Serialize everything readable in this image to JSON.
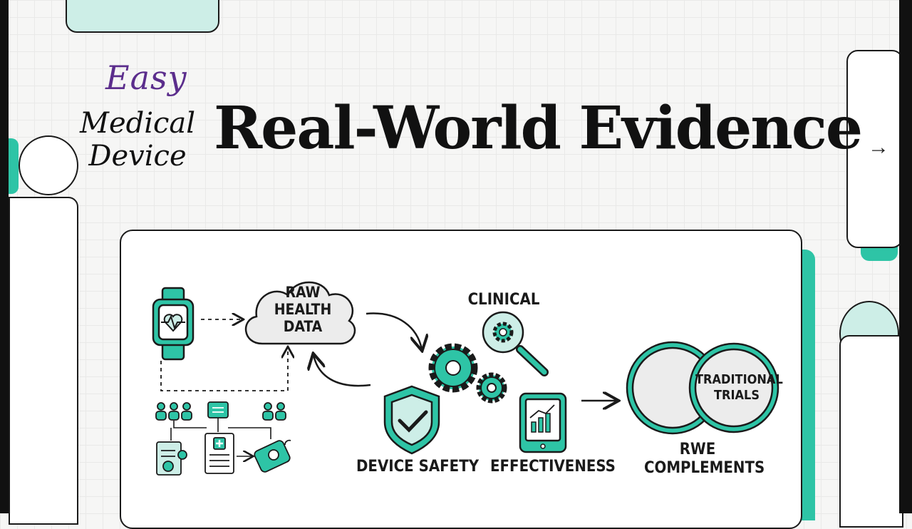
{
  "logo": {
    "easy": "Easy",
    "medical": "Medical",
    "device": "Device"
  },
  "title": "Real-World Evidence",
  "nav": {
    "next_arrow": "→"
  },
  "diagram": {
    "raw_data": [
      "RAW",
      "HEALTH",
      "DATA"
    ],
    "clinical": "CLINICAL",
    "device_safety": "DEVICE SAFETY",
    "effectiveness": "EFFECTIVENESS",
    "traditional_trials": [
      "TRADITIONAL",
      "TRIALS"
    ],
    "rwe_complements": [
      "RWE",
      "COMPLEMENTS"
    ]
  },
  "colors": {
    "teal": "#2ec4a6",
    "teal_light": "#cdeee7",
    "ink": "#1a1a1a",
    "purple": "#5b2d8c"
  },
  "icons": [
    "smartwatch-icon",
    "cloud-icon",
    "people-icon",
    "hospital-icon",
    "record-icon",
    "clipboard-icon",
    "pill-device-icon",
    "gears-icon",
    "shield-check-icon",
    "magnifier-gear-icon",
    "tablet-chart-icon",
    "venn-circles-icon"
  ]
}
